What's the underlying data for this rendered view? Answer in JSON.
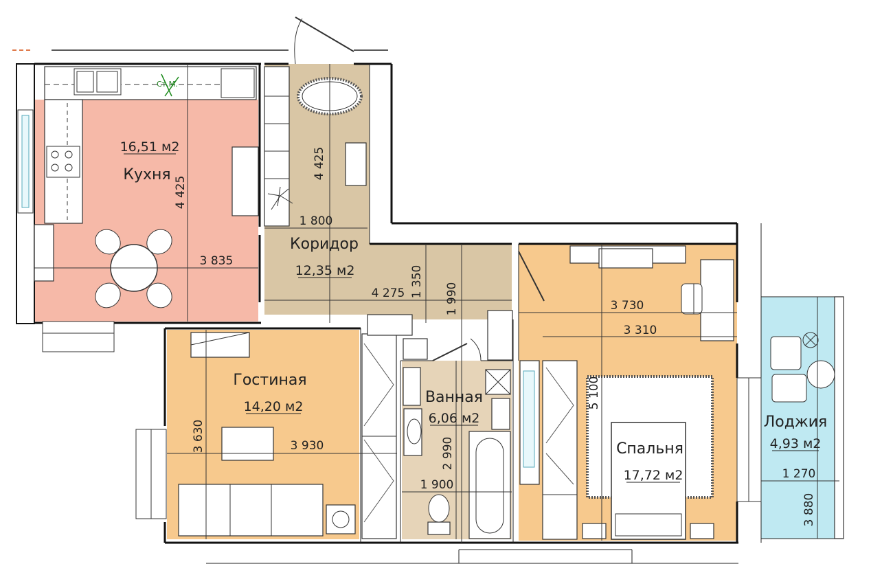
{
  "rooms": {
    "kitchen": {
      "name": "Кухня",
      "area": "16,51 м2",
      "color": "#f6b9a8"
    },
    "corridor": {
      "name": "Коридор",
      "area": "12,35 м2",
      "color": "#d9c6a5"
    },
    "living": {
      "name": "Гостиная",
      "area": "14,20 м2",
      "color": "#f7c98d"
    },
    "bath": {
      "name": "Ванная",
      "area": "6,06 м2",
      "color": "#e6d4b8"
    },
    "bedroom": {
      "name": "Спальня",
      "area": "17,72 м2",
      "color": "#f7c98d"
    },
    "loggia": {
      "name": "Лоджия",
      "area": "4,93 м2",
      "color": "#bfe9f2"
    }
  },
  "dimensions": {
    "kitchen_height": "4 425",
    "kitchen_width": "3 835",
    "corridor_upper_height": "4 425",
    "corridor_upper_width": "1 800",
    "corridor_width": "4 275",
    "corridor_height_a": "1 350",
    "corridor_height_b": "1 990",
    "bedroom_width_a": "3 730",
    "bedroom_width_b": "3 310",
    "bedroom_height": "5 100",
    "living_height": "3 630",
    "living_width": "3 930",
    "bath_height": "2 990",
    "bath_width": "1 900",
    "loggia_width": "1 270",
    "loggia_height": "3 880"
  },
  "fixtures": {
    "kitchen_marker": "Ст.М.",
    "kitchen_cross": "x"
  },
  "icons": [
    "sink-icon",
    "stove-icon",
    "round-table-icon",
    "chair-icon",
    "rug-icon",
    "armchair-icon",
    "sofa-icon",
    "washing-machine-icon",
    "toilet-icon",
    "bathtub-icon",
    "shower-icon",
    "bed-icon",
    "desk-chair-icon",
    "lounge-chair-icon",
    "door-swing-icon",
    "wardrobe-icon",
    "window-icon"
  ]
}
